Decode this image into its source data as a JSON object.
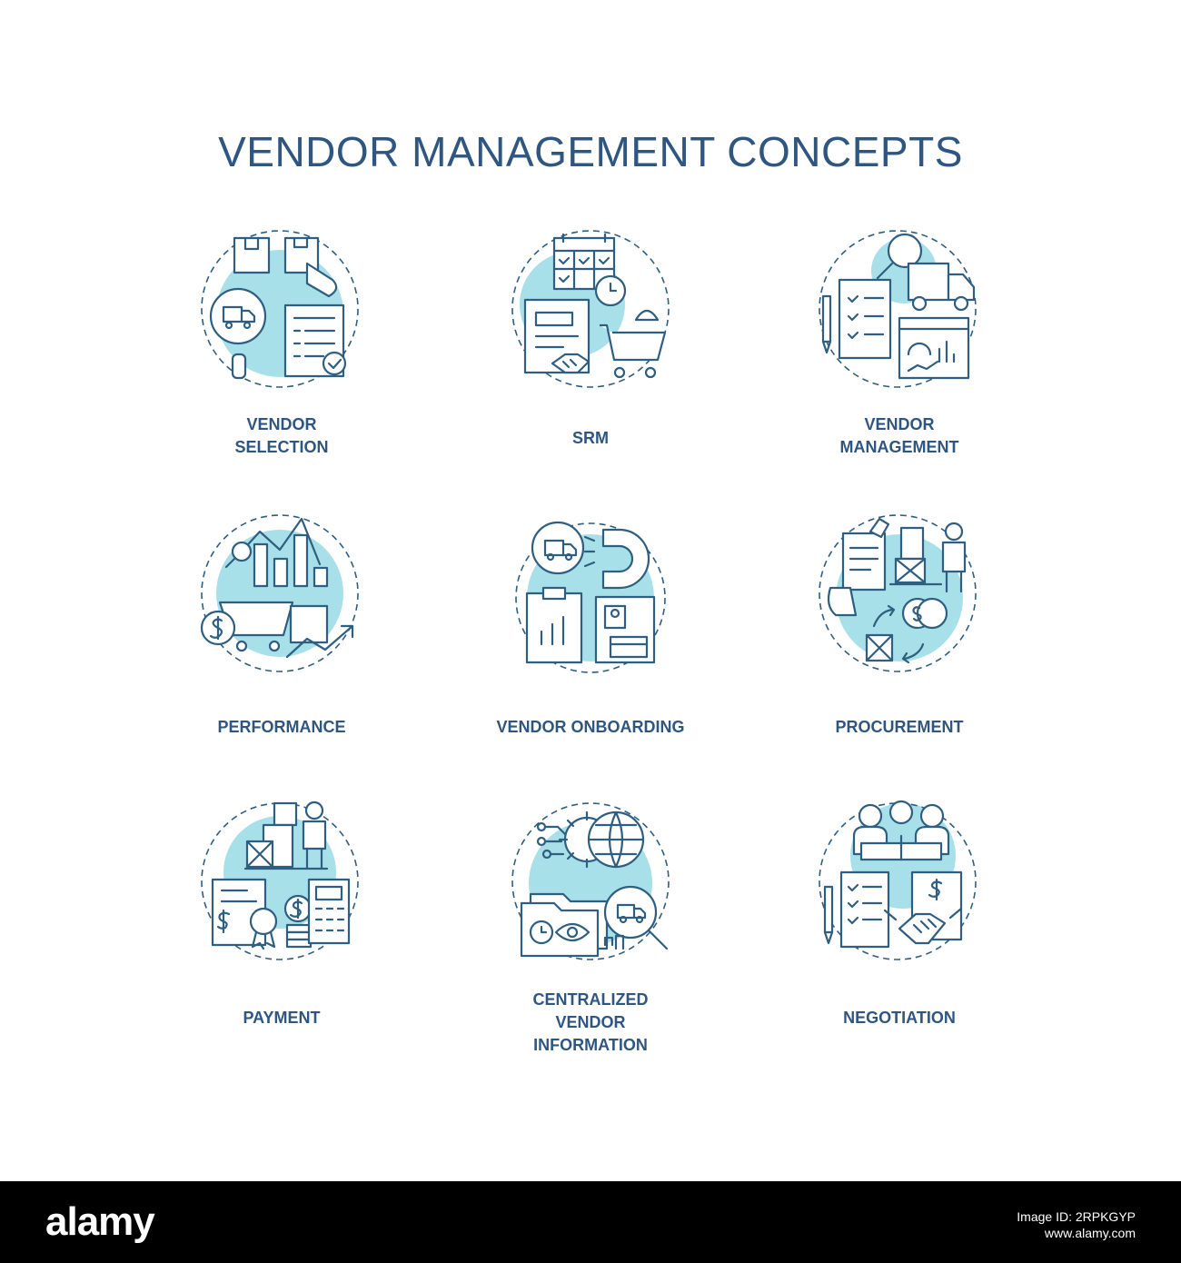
{
  "title": "VENDOR MANAGEMENT CONCEPTS",
  "accent_color": "#a8e0ea",
  "line_color": "#2e5e80",
  "text_color": "#2e5680",
  "concepts": [
    {
      "lines": [
        "VENDOR",
        "SELECTION"
      ],
      "icons": [
        "package-box-icon",
        "hand-pointer-icon",
        "magnifier-truck-icon",
        "checklist-document-icon",
        "checkmark-badge-icon"
      ]
    },
    {
      "lines": [
        "SRM"
      ],
      "icons": [
        "calendar-icon",
        "clock-refresh-icon",
        "contract-document-icon",
        "handshake-icon",
        "shopping-cart-icon"
      ]
    },
    {
      "lines": [
        "VENDOR",
        "MANAGEMENT"
      ],
      "icons": [
        "magnifier-icon",
        "delivery-truck-icon",
        "checklist-scroll-icon",
        "pen-icon",
        "dashboard-browser-icon"
      ]
    },
    {
      "lines": [
        "PERFORMANCE"
      ],
      "icons": [
        "bar-line-chart-icon",
        "magnifier-icon",
        "dollar-coin-icon",
        "shopping-cart-icon",
        "growth-arrow-icon"
      ]
    },
    {
      "lines": [
        "VENDOR ONBOARDING"
      ],
      "icons": [
        "truck-circle-icon",
        "magnet-icon",
        "clipboard-chart-icon",
        "id-card-icon"
      ]
    },
    {
      "lines": [
        "PROCUREMENT"
      ],
      "icons": [
        "document-hand-icon",
        "boxes-icon",
        "worker-icon",
        "coins-icon",
        "exchange-arrows-icon"
      ]
    },
    {
      "lines": [
        "PAYMENT"
      ],
      "icons": [
        "boxes-icon",
        "worker-icon",
        "invoice-icon",
        "award-badge-icon",
        "dollar-coin-icon",
        "calculator-icon"
      ]
    },
    {
      "lines": [
        "CENTRALIZED",
        "VENDOR",
        "INFORMATION"
      ],
      "icons": [
        "gear-globe-icon",
        "network-icon",
        "folder-clock-icon",
        "eye-icon",
        "magnifier-truck-icon"
      ]
    },
    {
      "lines": [
        "NEGOTIATION"
      ],
      "icons": [
        "meeting-people-icon",
        "checklist-scroll-icon",
        "pen-icon",
        "invoice-icon",
        "handshake-icon"
      ]
    }
  ],
  "footer": {
    "brand": "alamy",
    "image_id_lines": [
      "Image ID: 2RPKGYP",
      "www.alamy.com"
    ]
  }
}
